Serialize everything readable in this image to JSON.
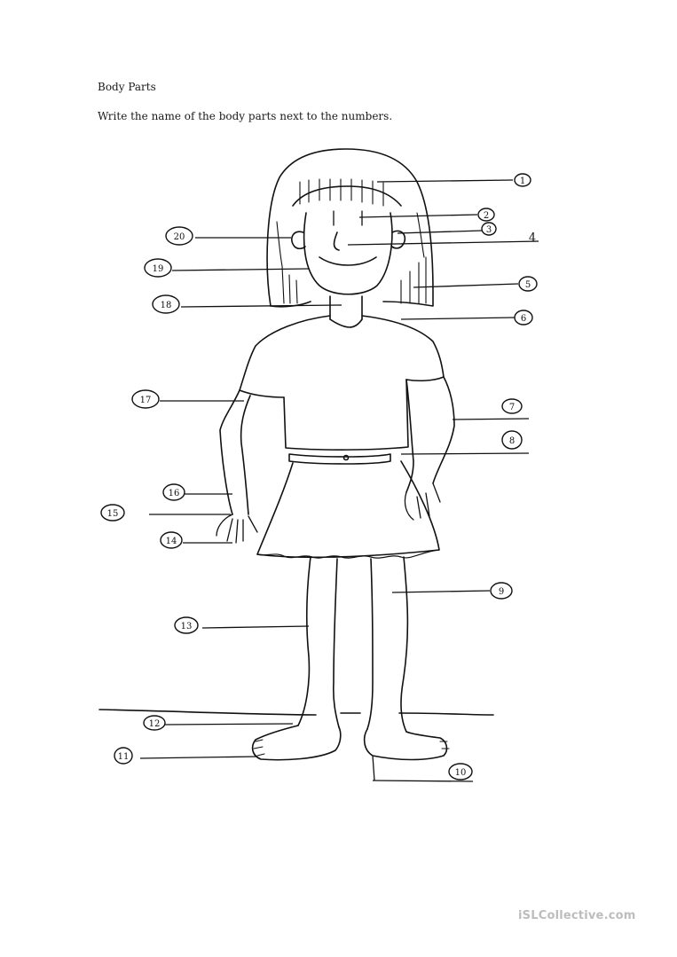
{
  "worksheet": {
    "title": "Body Parts",
    "instruction": "Write the name of the body parts next to the numbers.",
    "labels": [
      "1",
      "2",
      "3",
      "4",
      "5",
      "6",
      "7",
      "8",
      "9",
      "10",
      "11",
      "12",
      "13",
      "14",
      "15",
      "16",
      "17",
      "18",
      "19",
      "20"
    ]
  },
  "watermark": {
    "text": "iSLCollective.com"
  },
  "colors": {
    "ink": "#111111",
    "watermark": "#bdbdbd"
  }
}
